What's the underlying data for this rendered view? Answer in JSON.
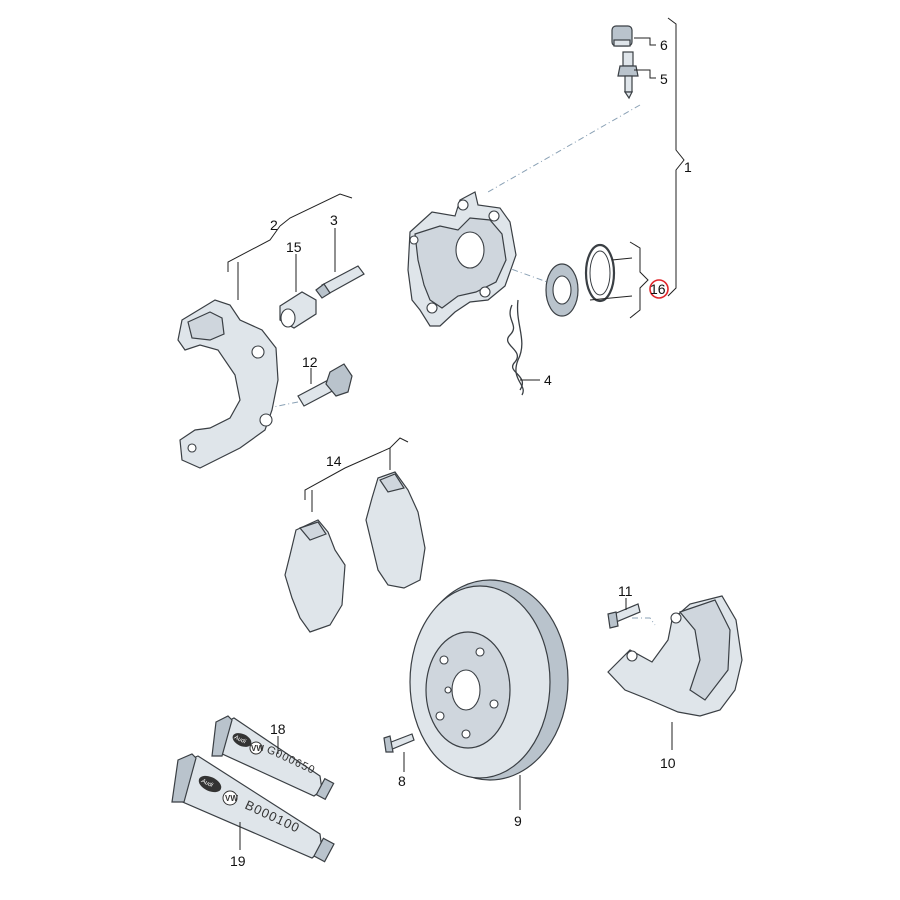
{
  "callouts": {
    "c1": "1",
    "c2": "2",
    "c3": "3",
    "c4": "4",
    "c5": "5",
    "c6": "6",
    "c8": "8",
    "c9": "9",
    "c10": "10",
    "c11": "11",
    "c12": "12",
    "c14": "14",
    "c15": "15",
    "c16": "16",
    "c18": "18",
    "c19": "19"
  },
  "tubes": {
    "tube18": {
      "code": "G000650",
      "logo": "Audi",
      "badge": "VW"
    },
    "tube19": {
      "code": "B000100",
      "logo": "Audi",
      "badge": "VW"
    }
  },
  "colors": {
    "highlight_ring": "#e0262b",
    "part_fill": "#dfe5ea",
    "outline": "#3a3f44"
  }
}
